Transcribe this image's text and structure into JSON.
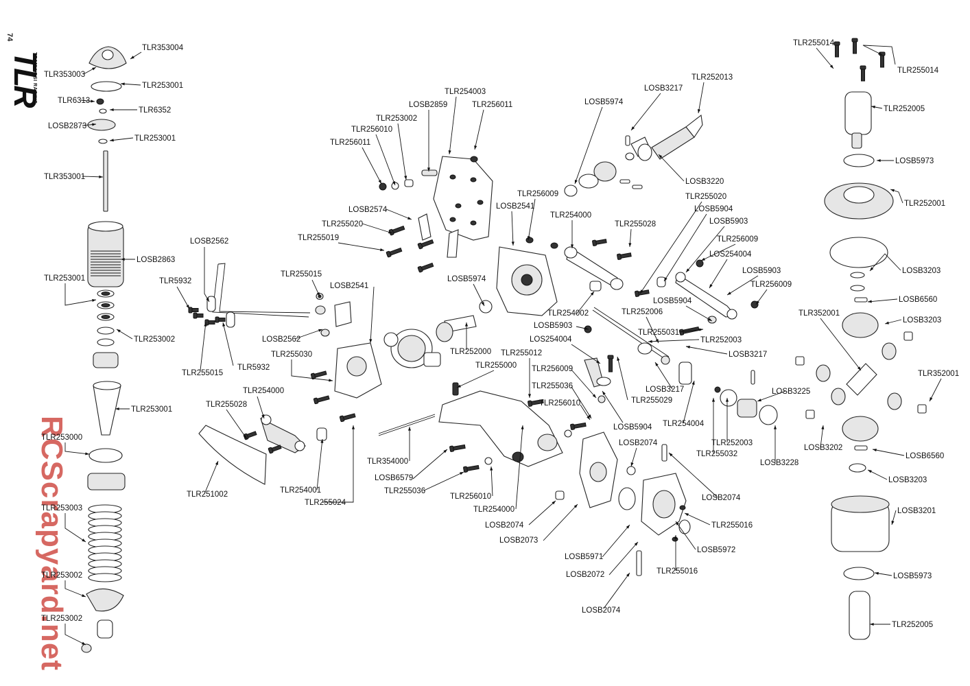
{
  "page": {
    "number": "74"
  },
  "brand": {
    "logo": "TLR",
    "subtitle": "TEAM LOSI RACING",
    "mark": "®"
  },
  "watermark": "RCScrapyard.net",
  "callouts": [
    "TLR353004",
    "TLR353003",
    "TLR253001",
    "TLR6313",
    "TLR6352",
    "LOSB2873",
    "TLR253001",
    "TLR353001",
    "LOSB2863",
    "TLR253001",
    "TLR253002",
    "TLR253001",
    "TLR253000",
    "TLR253003",
    "TLR253002",
    "TLR253002",
    "LOSB2562",
    "TLR5932",
    "TLR255015",
    "LOSB2562",
    "TLR5932",
    "TLR255015",
    "LOSB2541",
    "TLR255030",
    "TLR254000",
    "TLR255028",
    "TLR251002",
    "TLR254001",
    "TLR255024",
    "TLR254003",
    "LOSB2859",
    "TLR256011",
    "TLR253002",
    "TLR256010",
    "TLR256011",
    "LOSB2574",
    "TLR255020",
    "TLR255019",
    "LOSB2541",
    "TLR256009",
    "LOSB5974",
    "TLR252000",
    "TLR255012",
    "TLR255000",
    "TLR354000",
    "LOSB6579",
    "TLR255036",
    "TLR256010",
    "TLR254000",
    "TLR254000",
    "TLR255028",
    "TLR254002",
    "LOSB5903",
    "LOS254004",
    "TLR256009",
    "TLR255036",
    "TLR256010",
    "TLR255029",
    "LOSB5904",
    "LOSB2074",
    "LOSB2074",
    "LOSB2073",
    "LOSB5971",
    "LOSB2072",
    "LOSB2074",
    "LOSB3217",
    "TLR252013",
    "LOSB5974",
    "LOSB3220",
    "TLR255020",
    "LOSB5904",
    "LOSB5903",
    "TLR256009",
    "LOS254004",
    "LOSB5903",
    "TLR256009",
    "LOSB5904",
    "TLR252006",
    "TLR255031",
    "TLR252003",
    "LOSB3217",
    "LOSB3217",
    "TLR254004",
    "TLR252003",
    "TLR255032",
    "LOSB3225",
    "LOSB3228",
    "LOSB2074",
    "TLR255016",
    "LOSB5972",
    "TLR255016",
    "TLR255014",
    "TLR255014",
    "TLR252005",
    "LOSB5973",
    "TLR252001",
    "LOSB3203",
    "LOSB6560",
    "TLR352001",
    "LOSB3203",
    "TLR352001",
    "LOSB3202",
    "LOSB6560",
    "LOSB3203",
    "LOSB3201",
    "LOSB5973",
    "TLR252005"
  ]
}
